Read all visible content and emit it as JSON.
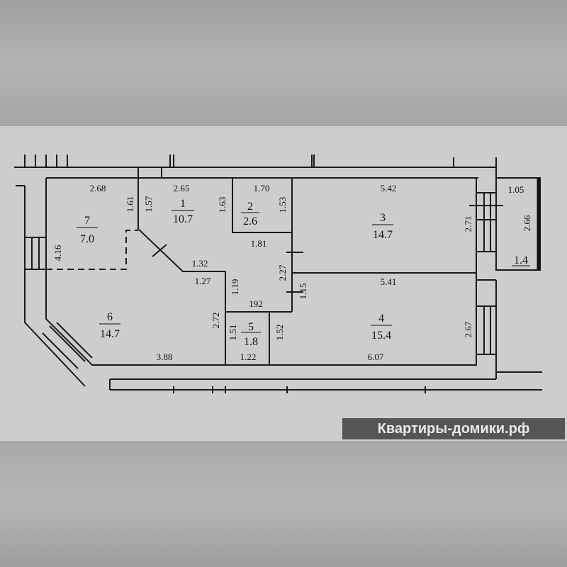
{
  "rooms": [
    {
      "number": "1",
      "area": "10.7"
    },
    {
      "number": "2",
      "area": "2.6"
    },
    {
      "number": "3",
      "area": "14.7"
    },
    {
      "number": "4",
      "area": "15.4"
    },
    {
      "number": "5",
      "area": "1.8"
    },
    {
      "number": "6",
      "area": "14.7"
    },
    {
      "number": "7",
      "area": "7.0"
    },
    {
      "number": "",
      "area": "1.4"
    }
  ],
  "dimensions": [
    "2.68",
    "1.61",
    "1.57",
    "2.65",
    "1.63",
    "1.70",
    "1.53",
    "1.81",
    "5.42",
    "2.71",
    "1.05",
    "2.66",
    "4.16",
    "1.32",
    "1.27",
    "1.19",
    "2.27",
    "1.15",
    "192",
    "5.41",
    "2.72",
    "1.51",
    "1.52",
    "2.67",
    "3.88",
    "1.22",
    "6.07"
  ],
  "watermark": "Квартиры-домики.рф"
}
